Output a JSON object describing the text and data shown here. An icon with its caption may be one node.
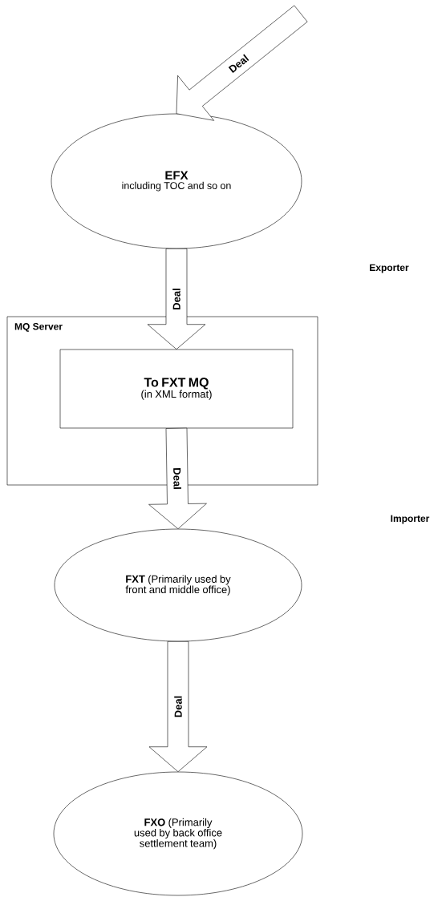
{
  "diagram": {
    "nodes": [
      {
        "text": [
          "EFX",
          "including TOC and so on"
        ]
      },
      {
        "text": [
          "MQ Server"
        ]
      },
      {
        "text": [
          "To FXT MQ",
          "(in XML format)"
        ],
        "in": 1
      },
      {
        "text": [
          "**FXT** (Primarily used by front and middle office)"
        ]
      },
      {
        "text": [
          "**FXO** (Primarily used by back office settlement team)"
        ]
      }
    ],
    "edges": [
      {
        "from": null,
        "to": 0,
        "arrow": "to",
        "label": "Deal"
      },
      {
        "from": 0,
        "to": 2,
        "arrow": "to",
        "label": "Deal"
      },
      {
        "from": 2,
        "to": 3,
        "arrow": "to",
        "label": "Deal"
      },
      {
        "from": 3,
        "to": 4,
        "arrow": "to",
        "label": "Deal"
      }
    ],
    "labels": [
      "Exporter",
      "Importer"
    ]
  }
}
